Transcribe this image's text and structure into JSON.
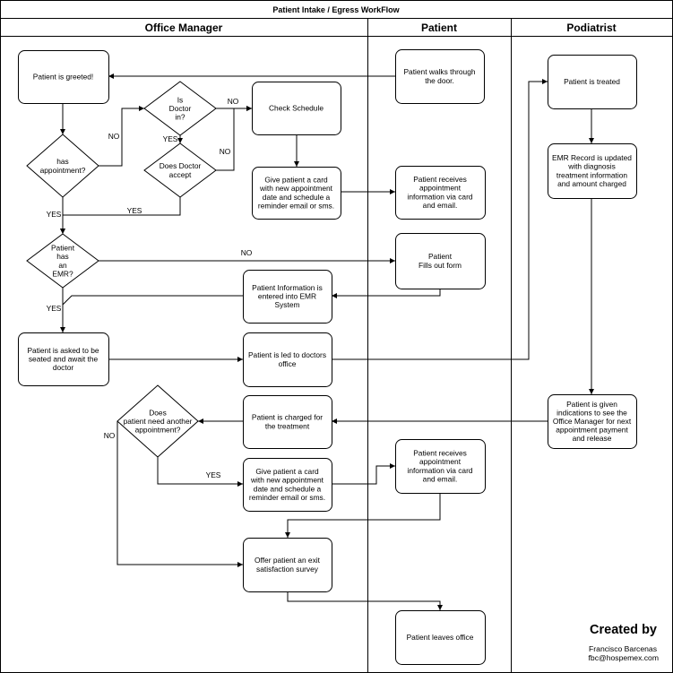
{
  "title": "Patient Intake / Egress WorkFlow",
  "lanes": [
    {
      "id": "office",
      "title": "Office Manager"
    },
    {
      "id": "patient",
      "title": "Patient"
    },
    {
      "id": "podiatrist",
      "title": "Podiatrist"
    }
  ],
  "nodes": [
    {
      "id": "greeted",
      "type": "process",
      "lines": [
        "Patient is greeted!"
      ]
    },
    {
      "id": "walks",
      "type": "process",
      "lines": [
        "Patient walks through",
        "the door."
      ]
    },
    {
      "id": "treated",
      "type": "process",
      "lines": [
        "Patient is treated"
      ]
    },
    {
      "id": "doctor_in",
      "type": "decision",
      "lines": [
        "Is",
        "Doctor",
        "in?"
      ]
    },
    {
      "id": "check_schedule",
      "type": "process",
      "lines": [
        "Check Schedule"
      ]
    },
    {
      "id": "has_appt",
      "type": "decision",
      "lines": [
        "has",
        "appointment?"
      ]
    },
    {
      "id": "doctor_accept",
      "type": "decision",
      "lines": [
        "Does Doctor",
        "accept"
      ]
    },
    {
      "id": "give_card_1",
      "type": "process",
      "lines": [
        "Give patient a card",
        "with new appointment",
        "date and schedule a",
        "reminder email or sms."
      ]
    },
    {
      "id": "receives_1",
      "type": "process",
      "lines": [
        "Patient receives",
        "appointment",
        "information via card",
        "and email."
      ]
    },
    {
      "id": "emr_updated",
      "type": "process",
      "lines": [
        "EMR Record is updated",
        "with diagnosis",
        "treatment information",
        "and amount charged"
      ]
    },
    {
      "id": "has_emr",
      "type": "decision",
      "lines": [
        "Patient",
        "has",
        "an",
        "EMR?"
      ]
    },
    {
      "id": "fills_form",
      "type": "process",
      "lines": [
        "Patient",
        "Fills out form"
      ]
    },
    {
      "id": "info_entered",
      "type": "process",
      "lines": [
        "Patient Information is",
        "entered into EMR",
        "System"
      ]
    },
    {
      "id": "asked_seated",
      "type": "process",
      "lines": [
        "Patient is asked to be",
        "seated and await the",
        "doctor"
      ]
    },
    {
      "id": "led_office",
      "type": "process",
      "lines": [
        "Patient is led to doctors",
        "office"
      ]
    },
    {
      "id": "need_another",
      "type": "decision",
      "lines": [
        "Does",
        "patient need another",
        "appointment?"
      ]
    },
    {
      "id": "charged",
      "type": "process",
      "lines": [
        "Patient is charged for",
        "the treatment"
      ]
    },
    {
      "id": "indications",
      "type": "process",
      "lines": [
        "Patient is given",
        "indications to see the",
        "Office Manager for next",
        "appointment payment",
        "and release"
      ]
    },
    {
      "id": "give_card_2",
      "type": "process",
      "lines": [
        "Give patient a card",
        "with new appointment",
        "date and schedule a",
        "reminder email or sms."
      ]
    },
    {
      "id": "receives_2",
      "type": "process",
      "lines": [
        "Patient receives",
        "appointment",
        "information via card",
        "and email."
      ]
    },
    {
      "id": "survey",
      "type": "process",
      "lines": [
        "Offer patient an exit",
        "satisfaction survey"
      ]
    },
    {
      "id": "leaves",
      "type": "process",
      "lines": [
        "Patient leaves office"
      ]
    }
  ],
  "edges": [
    {
      "from": "walks",
      "to": "greeted",
      "label": ""
    },
    {
      "from": "greeted",
      "to": "has_appt",
      "label": ""
    },
    {
      "from": "has_appt",
      "to": "doctor_in",
      "label": "NO"
    },
    {
      "from": "doctor_in",
      "to": "check_schedule",
      "label": "NO"
    },
    {
      "from": "doctor_in",
      "to": "doctor_accept",
      "label": "YES"
    },
    {
      "from": "doctor_accept",
      "to": "check_schedule",
      "label": "NO"
    },
    {
      "from": "doctor_accept",
      "to": "has_emr",
      "label": "YES"
    },
    {
      "from": "check_schedule",
      "to": "give_card_1",
      "label": ""
    },
    {
      "from": "give_card_1",
      "to": "receives_1",
      "label": ""
    },
    {
      "from": "has_appt",
      "to": "has_emr",
      "label": "YES"
    },
    {
      "from": "has_emr",
      "to": "fills_form",
      "label": "NO"
    },
    {
      "from": "fills_form",
      "to": "info_entered",
      "label": ""
    },
    {
      "from": "has_emr",
      "to": "asked_seated",
      "label": "YES"
    },
    {
      "from": "info_entered",
      "to": "asked_seated",
      "label": ""
    },
    {
      "from": "asked_seated",
      "to": "led_office",
      "label": ""
    },
    {
      "from": "led_office",
      "to": "treated",
      "label": ""
    },
    {
      "from": "treated",
      "to": "emr_updated",
      "label": ""
    },
    {
      "from": "emr_updated",
      "to": "indications",
      "label": ""
    },
    {
      "from": "indications",
      "to": "charged",
      "label": ""
    },
    {
      "from": "charged",
      "to": "need_another",
      "label": ""
    },
    {
      "from": "need_another",
      "to": "give_card_2",
      "label": "YES"
    },
    {
      "from": "need_another",
      "to": "survey",
      "label": "NO"
    },
    {
      "from": "give_card_2",
      "to": "receives_2",
      "label": ""
    },
    {
      "from": "receives_2",
      "to": "survey",
      "label": ""
    },
    {
      "from": "survey",
      "to": "leaves",
      "label": ""
    }
  ],
  "credit": {
    "title": "Created by",
    "name": "Francisco Barcenas",
    "email": "fbc@hospemex.com"
  }
}
